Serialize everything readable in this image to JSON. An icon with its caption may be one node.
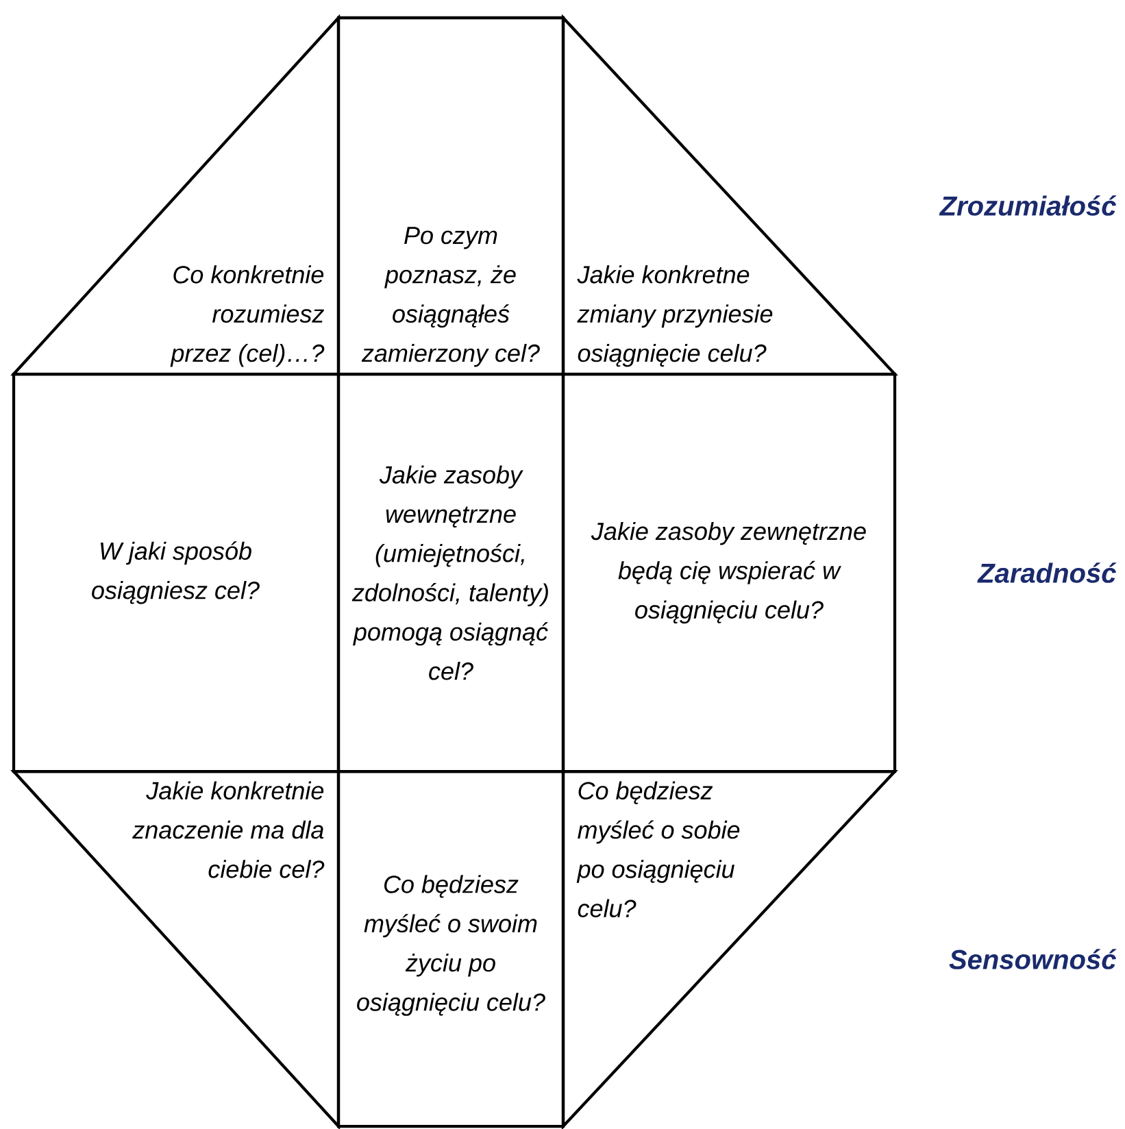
{
  "diagram": {
    "nodes": [
      {
        "text": [
          "Co konkretnie rozumiesz przez (cel)…?"
        ]
      },
      {
        "text": [
          "Po czym poznasz, że osiągnąłeś zamierzony cel?"
        ]
      },
      {
        "text": [
          "Jakie konkretne zmiany przyniesie osiągnięcie celu?"
        ]
      },
      {
        "text": [
          "W jaki sposób osiągniesz cel?"
        ]
      },
      {
        "text": [
          "Jakie zasoby wewnętrzne (umiejętności, zdolności, talenty) pomogą osiągnąć cel?"
        ]
      },
      {
        "text": [
          "Jakie zasoby zewnętrzne będą cię wspierać w osiągnięciu celu?"
        ]
      },
      {
        "text": [
          "Jakie konkretnie znaczenie ma dla ciebie cel?"
        ]
      },
      {
        "text": [
          "Co będziesz myśleć o swoim życiu po osiągnięciu celu?"
        ]
      },
      {
        "text": [
          "Co będziesz myśleć o sobie po osiągnięciu celu?"
        ]
      }
    ],
    "labels": [
      "Zrozumiałość",
      "Zaradność",
      "Sensowność"
    ]
  }
}
